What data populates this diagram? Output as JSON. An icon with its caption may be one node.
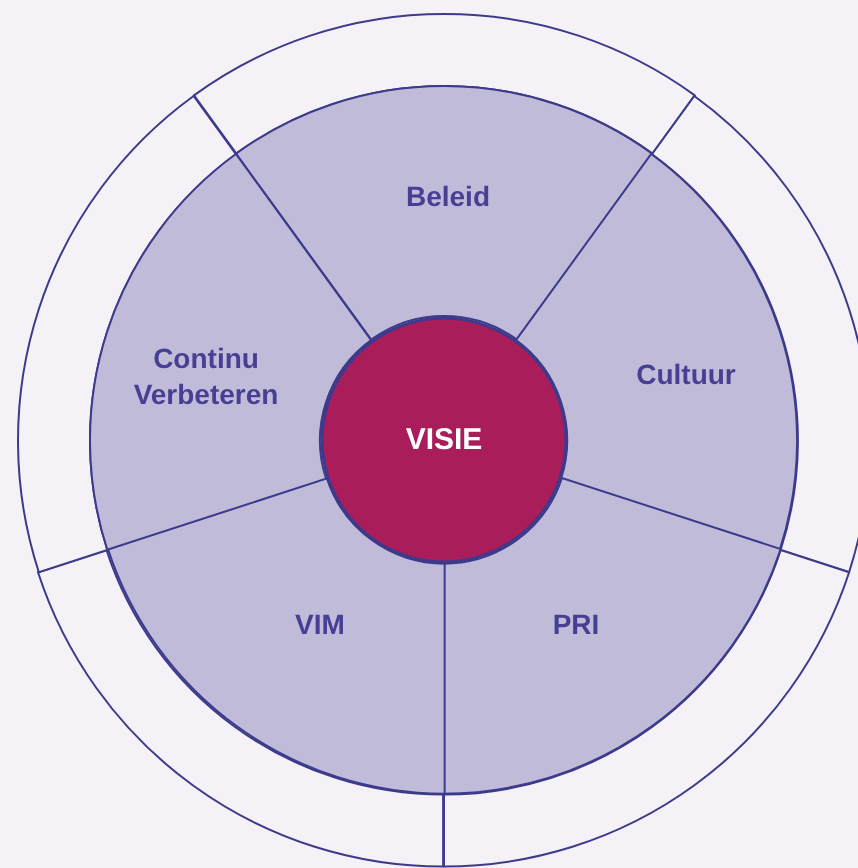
{
  "diagram": {
    "nodes": [
      {
        "text": [
          "VISIE"
        ]
      },
      {
        "text": [
          "Beleid"
        ]
      },
      {
        "text": [
          "Cultuur"
        ]
      },
      {
        "text": [
          "PRI"
        ]
      },
      {
        "text": [
          "VIM"
        ]
      },
      {
        "text": [
          "Continu Verbeteren"
        ]
      },
      {
        "text": [],
        "shape": "band"
      },
      {
        "text": [],
        "shape": "band"
      },
      {
        "text": [],
        "shape": "band"
      },
      {
        "text": [],
        "shape": "band"
      },
      {
        "text": [],
        "shape": "band"
      }
    ]
  }
}
